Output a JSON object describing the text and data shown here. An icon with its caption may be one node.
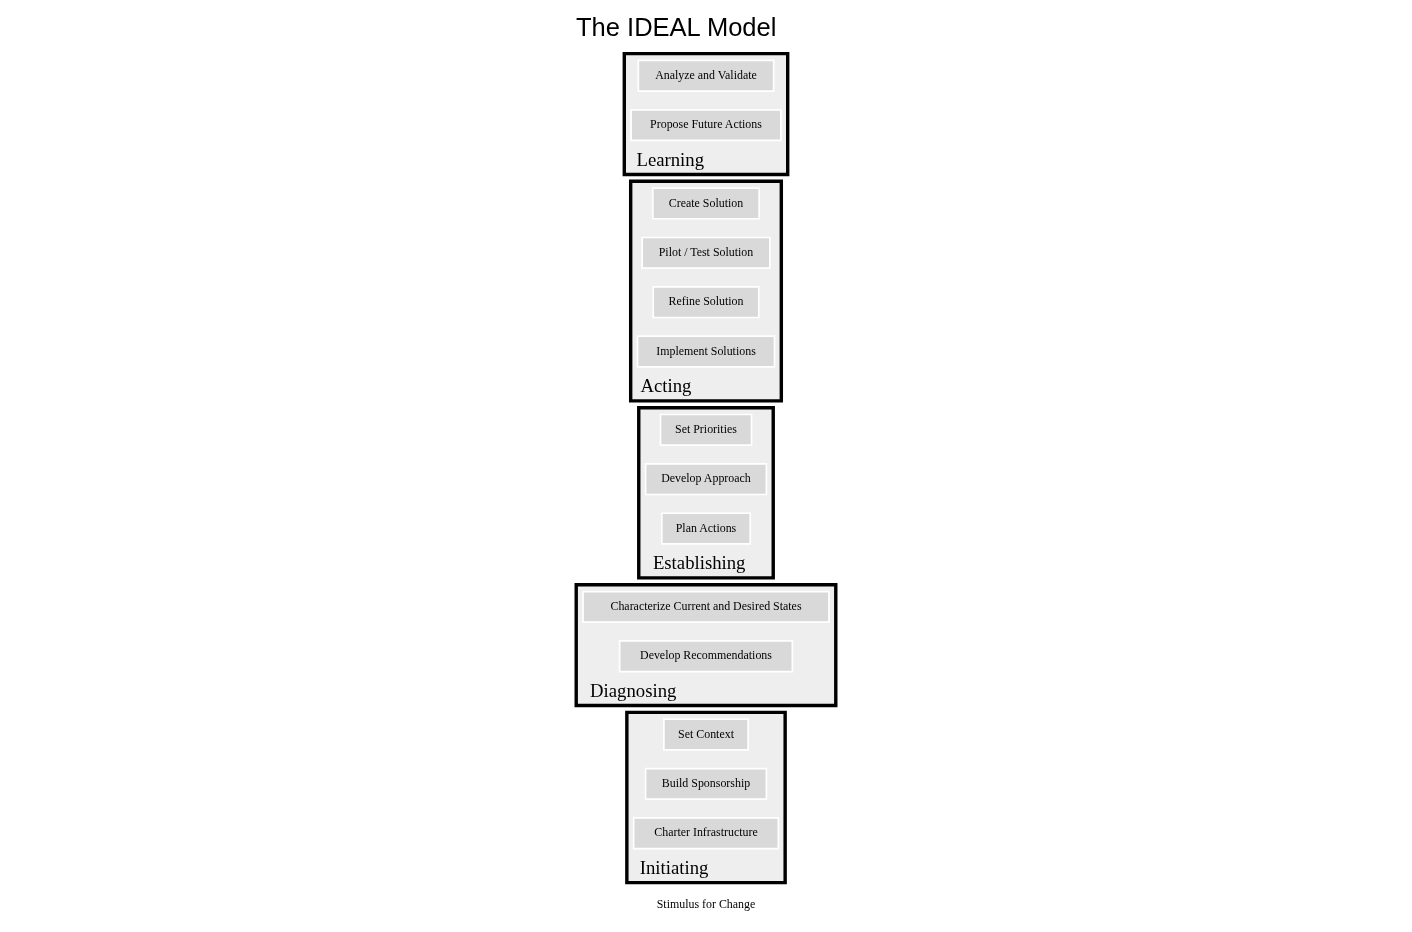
{
  "diagram": {
    "title": "The IDEAL Model",
    "nodes": [
      {
        "text": [
          "Initiating"
        ]
      },
      {
        "text": [
          "Set Context"
        ],
        "in": 0
      },
      {
        "text": [
          "Build Sponsorship"
        ],
        "in": 0
      },
      {
        "text": [
          "Charter Infrastructure"
        ],
        "in": 0
      },
      {
        "text": [
          "Diagnosing"
        ]
      },
      {
        "text": [
          "Characterize Current and Desired States"
        ],
        "in": 4
      },
      {
        "text": [
          "Develop Recommendations"
        ],
        "in": 4
      },
      {
        "text": [
          "Establishing"
        ]
      },
      {
        "text": [
          "Set Priorities"
        ],
        "in": 7
      },
      {
        "text": [
          "Develop Approach"
        ],
        "in": 7
      },
      {
        "text": [
          "Plan Actions"
        ],
        "in": 7
      },
      {
        "text": [
          "Acting"
        ]
      },
      {
        "text": [
          "Create Solution"
        ],
        "in": 11
      },
      {
        "text": [
          "Pilot / Test Solution"
        ],
        "in": 11
      },
      {
        "text": [
          "Refine Solution"
        ],
        "in": 11
      },
      {
        "text": [
          "Implement Solutions"
        ],
        "in": 11
      },
      {
        "text": [
          "Learning"
        ]
      },
      {
        "text": [
          "Analyze and Validate"
        ],
        "in": 16
      },
      {
        "text": [
          "Propose Future Actions"
        ],
        "in": 16
      }
    ],
    "labels": [
      "Stimulus for Change"
    ]
  }
}
